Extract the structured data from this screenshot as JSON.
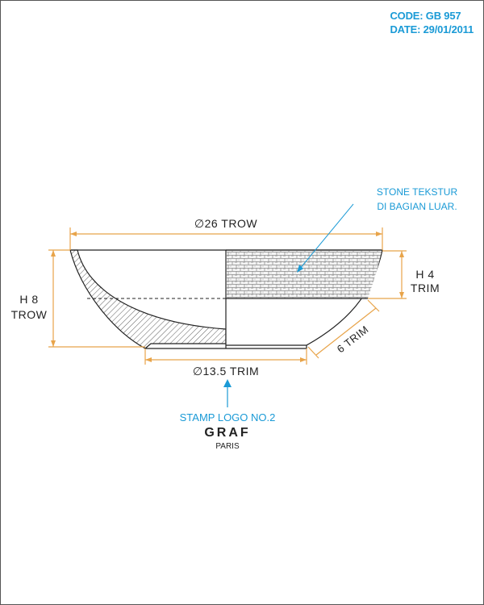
{
  "header": {
    "code": "CODE: GB 957",
    "date": "DATE: 29/01/2011"
  },
  "dimensions": {
    "top_diameter": "∅26 TROW",
    "base_diameter": "∅13.5 TRIM",
    "total_height_value": "H 8",
    "total_height_unit": "TROW",
    "texture_height_value": "H 4",
    "texture_height_unit": "TRIM",
    "slant_length": "6 TRIM"
  },
  "annotations": {
    "texture_line1": "STONE TEKSTUR",
    "texture_line2": "DI BAGIAN LUAR.",
    "stamp_label": "STAMP LOGO NO.2"
  },
  "logo": {
    "name": "GRAF",
    "city": "PARIS"
  },
  "colors": {
    "dimension": "#e8a44a",
    "annotation": "#1a9ad6",
    "outline": "#222222"
  }
}
